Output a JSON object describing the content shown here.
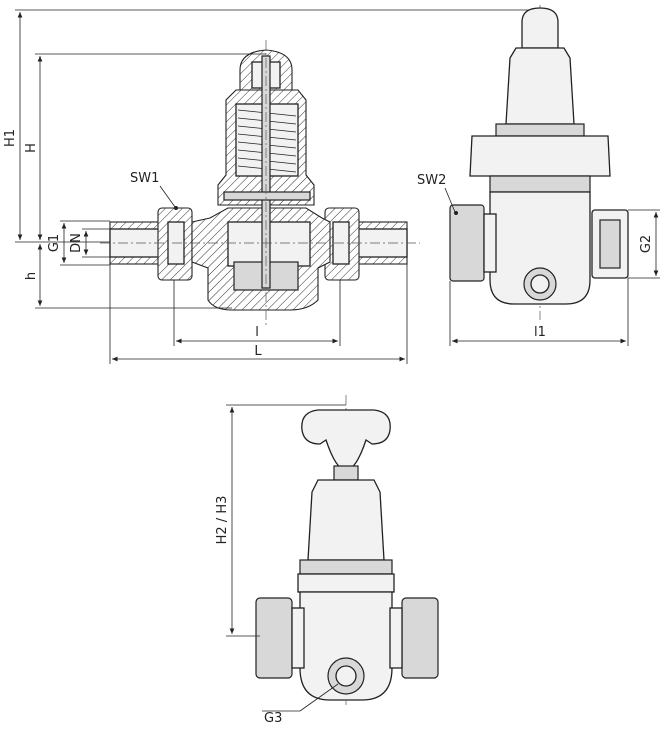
{
  "labels": {
    "H1": "H1",
    "H": "H",
    "G1": "G1",
    "DN": "DN",
    "h": "h",
    "SW1": "SW1",
    "l": "l",
    "L": "L",
    "SW2": "SW2",
    "G2": "G2",
    "l1": "l1",
    "H2_H3": "H2 / H3",
    "G3": "G3"
  }
}
